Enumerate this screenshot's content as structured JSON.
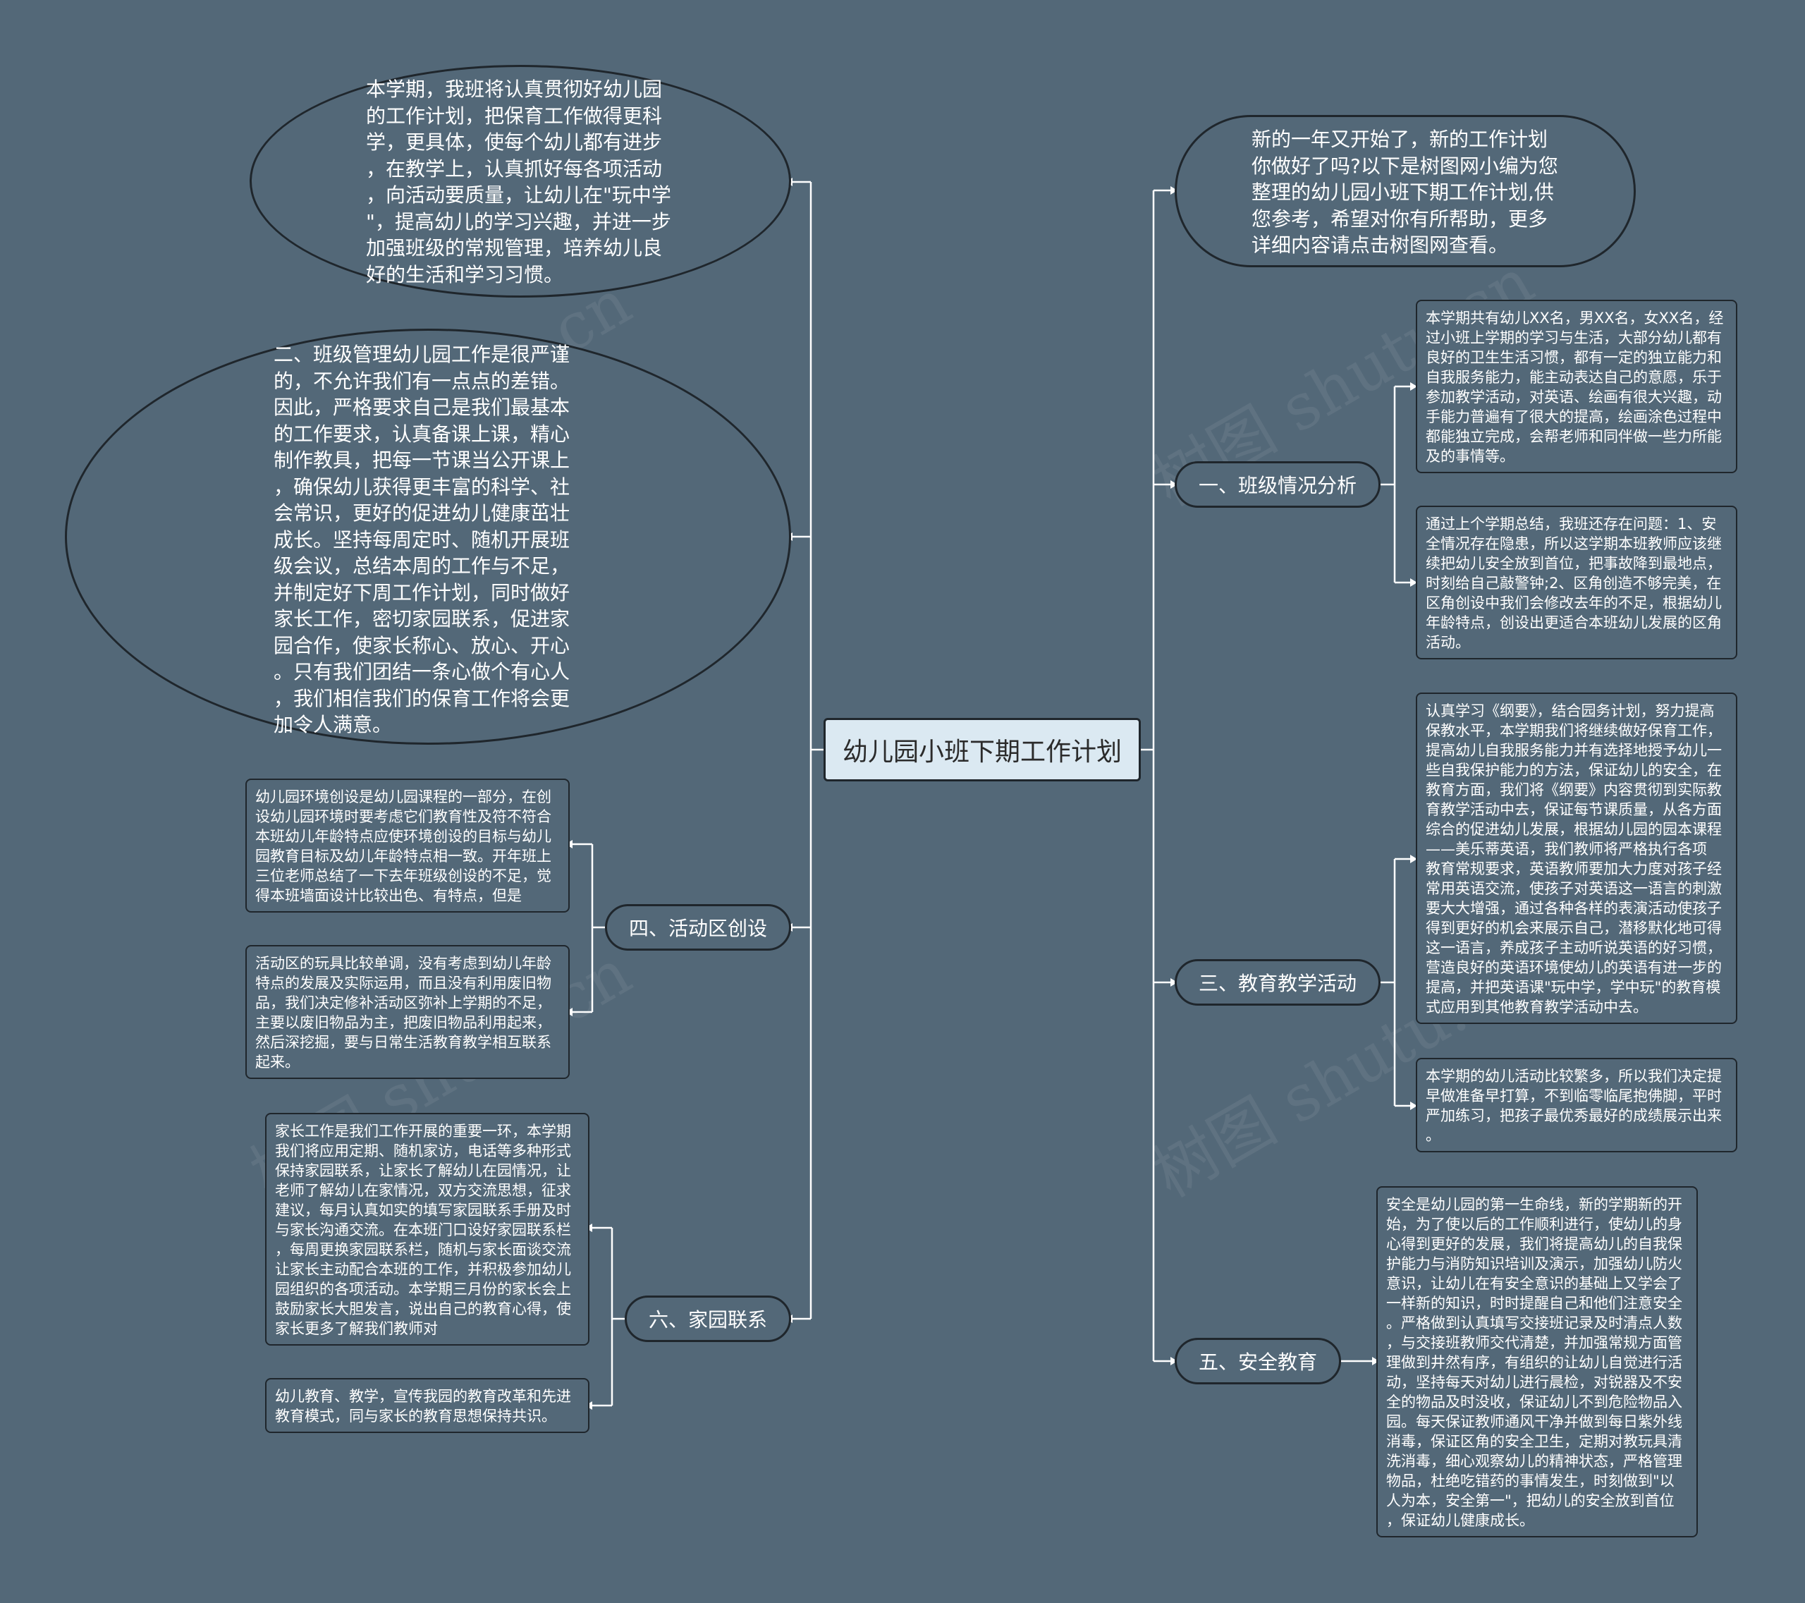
{
  "colors": {
    "background": "#536878",
    "border": "#1f262c",
    "connector": "#ffffff",
    "root_fill": "#dbe9f2",
    "root_text": "#2b2b2b",
    "node_text": "#ffffff"
  },
  "root": {
    "title": "幼儿园小班下期工作计划"
  },
  "intro": {
    "text": "新的一年又开始了，新的工作计划\n你做好了吗?以下是树图网小编为您\n整理的幼儿园小班下期工作计划,供\n您参考，希望对你有所帮助，更多\n详细内容请点击树图网查看。"
  },
  "left": {
    "oval1": "本学期，我班将认真贯彻好幼儿园\n的工作计划，把保育工作做得更科\n学，更具体，使每个幼儿都有进步\n，在教学上，认真抓好每各项活动\n，向活动要质量，让幼儿在\"玩中学\n\"，提高幼儿的学习兴趣，并进一步\n加强班级的常规管理，培养幼儿良\n好的生活和学习习惯。",
    "oval2": "二、班级管理幼儿园工作是很严谨\n的，不允许我们有一点点的差错。\n因此，严格要求自己是我们最基本\n的工作要求，认真备课上课，精心\n制作教具，把每一节课当公开课上\n，确保幼儿获得更丰富的科学、社\n会常识，更好的促进幼儿健康茁壮\n成长。坚持每周定时、随机开展班\n级会议，总结本周的工作与不足，\n并制定好下周工作计划，同时做好\n家长工作，密切家园联系，促进家\n园合作，使家长称心、放心、开心\n。只有我们团结一条心做个有心人\n，我们相信我们的保育工作将会更\n加令人满意。",
    "branch4": {
      "label": "四、活动区创设",
      "items": [
        "幼儿园环境创设是幼儿园课程的一部分，在创\n设幼儿园环境时要考虑它们教育性及符不符合\n本班幼儿年龄特点应使环境创设的目标与幼儿\n园教育目标及幼儿年龄特点相一致。开年班上\n三位老师总结了一下去年班级创设的不足，觉\n得本班墙面设计比较出色、有特点，但是",
        "活动区的玩具比较单调，没有考虑到幼儿年龄\n特点的发展及实际运用，而且没有利用废旧物\n品，我们决定修补活动区弥补上学期的不足，\n主要以废旧物品为主，把废旧物品利用起来，\n然后深挖掘，要与日常生活教育教学相互联系\n起来。"
      ]
    },
    "branch6": {
      "label": "六、家园联系",
      "items": [
        "家长工作是我们工作开展的重要一环，本学期\n我们将应用定期、随机家访，电话等多种形式\n保持家园联系，让家长了解幼儿在园情况，让\n老师了解幼儿在家情况，双方交流思想，征求\n建议，每月认真如实的填写家园联系手册及时\n与家长沟通交流。在本班门口设好家园联系栏\n，每周更换家园联系栏，随机与家长面谈交流\n让家长主动配合本班的工作，并积极参加幼儿\n园组织的各项活动。本学期三月份的家长会上\n鼓励家长大胆发言，说出自己的教育心得，使\n家长更多了解我们教师对",
        "幼儿教育、教学，宣传我园的教育改革和先进\n教育模式，同与家长的教育思想保持共识。"
      ]
    }
  },
  "right": {
    "branch1": {
      "label": "一、班级情况分析",
      "items": [
        "本学期共有幼儿XX名，男XX名，女XX名，经\n过小班上学期的学习与生活，大部分幼儿都有\n良好的卫生生活习惯，都有一定的独立能力和\n自我服务能力，能主动表达自己的意愿，乐于\n参加教学活动，对英语、绘画有很大兴趣，动\n手能力普遍有了很大的提高，绘画涂色过程中\n都能独立完成，会帮老师和同伴做一些力所能\n及的事情等。",
        "通过上个学期总结，我班还存在问题：1、安\n全情况存在隐患，所以这学期本班教师应该继\n续把幼儿安全放到首位，把事故降到最地点，\n时刻给自己敲警钟;2、区角创造不够完美，在\n区角创设中我们会修改去年的不足，根据幼儿\n年龄特点，创设出更适合本班幼儿发展的区角\n活动。"
      ]
    },
    "branch3": {
      "label": "三、教育教学活动",
      "items": [
        "认真学习《纲要》，结合园务计划，努力提高\n保教水平，本学期我们将继续做好保育工作，\n提高幼儿自我服务能力并有选择地授予幼儿一\n些自我保护能力的方法，保证幼儿的安全，在\n教育方面，我们将《纲要》内容贯彻到实际教\n育教学活动中去，保证每节课质量，从各方面\n综合的促进幼儿发展，根据幼儿园的园本课程\n——美乐蒂英语，我们教师将严格执行各项\n教育常规要求，英语教师要加大力度对孩子经\n常用英语交流，使孩子对英语这一语言的刺激\n要大大增强，通过各种各样的表演活动使孩子\n得到更好的机会来展示自己，潜移默化地可得\n这一语言，养成孩子主动听说英语的好习惯，\n营造良好的英语环境使幼儿的英语有进一步的\n提高，并把英语课\"玩中学，学中玩\"的教育模\n式应用到其他教育教学活动中去。",
        "本学期的幼儿活动比较繁多，所以我们决定提\n早做准备早打算，不到临零临尾抱佛脚，平时\n严加练习，把孩子最优秀最好的成绩展示出来\n。"
      ]
    },
    "branch5": {
      "label": "五、安全教育",
      "items": [
        "安全是幼儿园的第一生命线，新的学期新的开\n始，为了使以后的工作顺利进行，使幼儿的身\n心得到更好的发展，我们将提高幼儿的自我保\n护能力与消防知识培训及演示，加强幼儿防火\n意识，让幼儿在有安全意识的基础上又学会了\n一样新的知识，时时提醒自己和他们注意安全\n。严格做到认真填写交接班记录及时清点人数\n，与交接班教师交代清楚，并加强常规方面管\n理做到井然有序，有组织的让幼儿自觉进行活\n动，坚持每天对幼儿进行晨检，对锐器及不安\n全的物品及时没收，保证幼儿不到危险物品入\n园。每天保证教师通风干净并做到每日紫外线\n消毒，保证区角的安全卫生，定期对教玩具清\n洗消毒，细心观察幼儿的精神状态，严格管理\n物品，杜绝吃错药的事情发生，时刻做到\"以\n人为本，安全第一\"，把幼儿的安全放到首位\n，保证幼儿健康成长。"
      ]
    }
  }
}
